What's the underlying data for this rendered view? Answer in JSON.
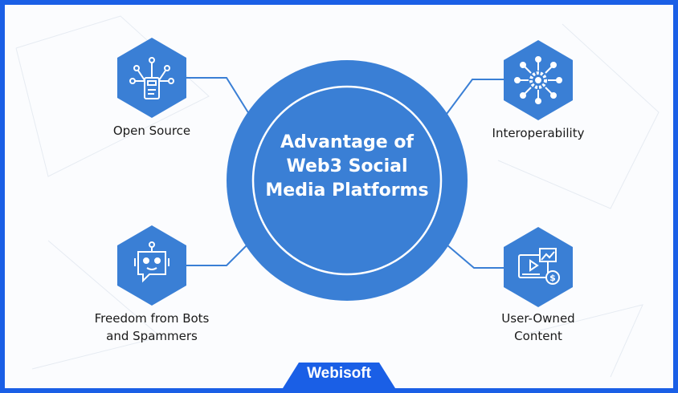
{
  "title": "Advantage of Web3 Social Media Platforms",
  "items": [
    {
      "label": "Open Source",
      "icon": "document-network-icon"
    },
    {
      "label": "Interoperability",
      "icon": "gear-network-icon"
    },
    {
      "label": "Freedom from Bots and Spammers",
      "icon": "robot-chat-icon"
    },
    {
      "label": "User-Owned Content",
      "icon": "media-dollar-icon"
    }
  ],
  "brand": "Webisoft",
  "colors": {
    "accent": "#3a7fd5",
    "frame": "#1a5fe6"
  }
}
